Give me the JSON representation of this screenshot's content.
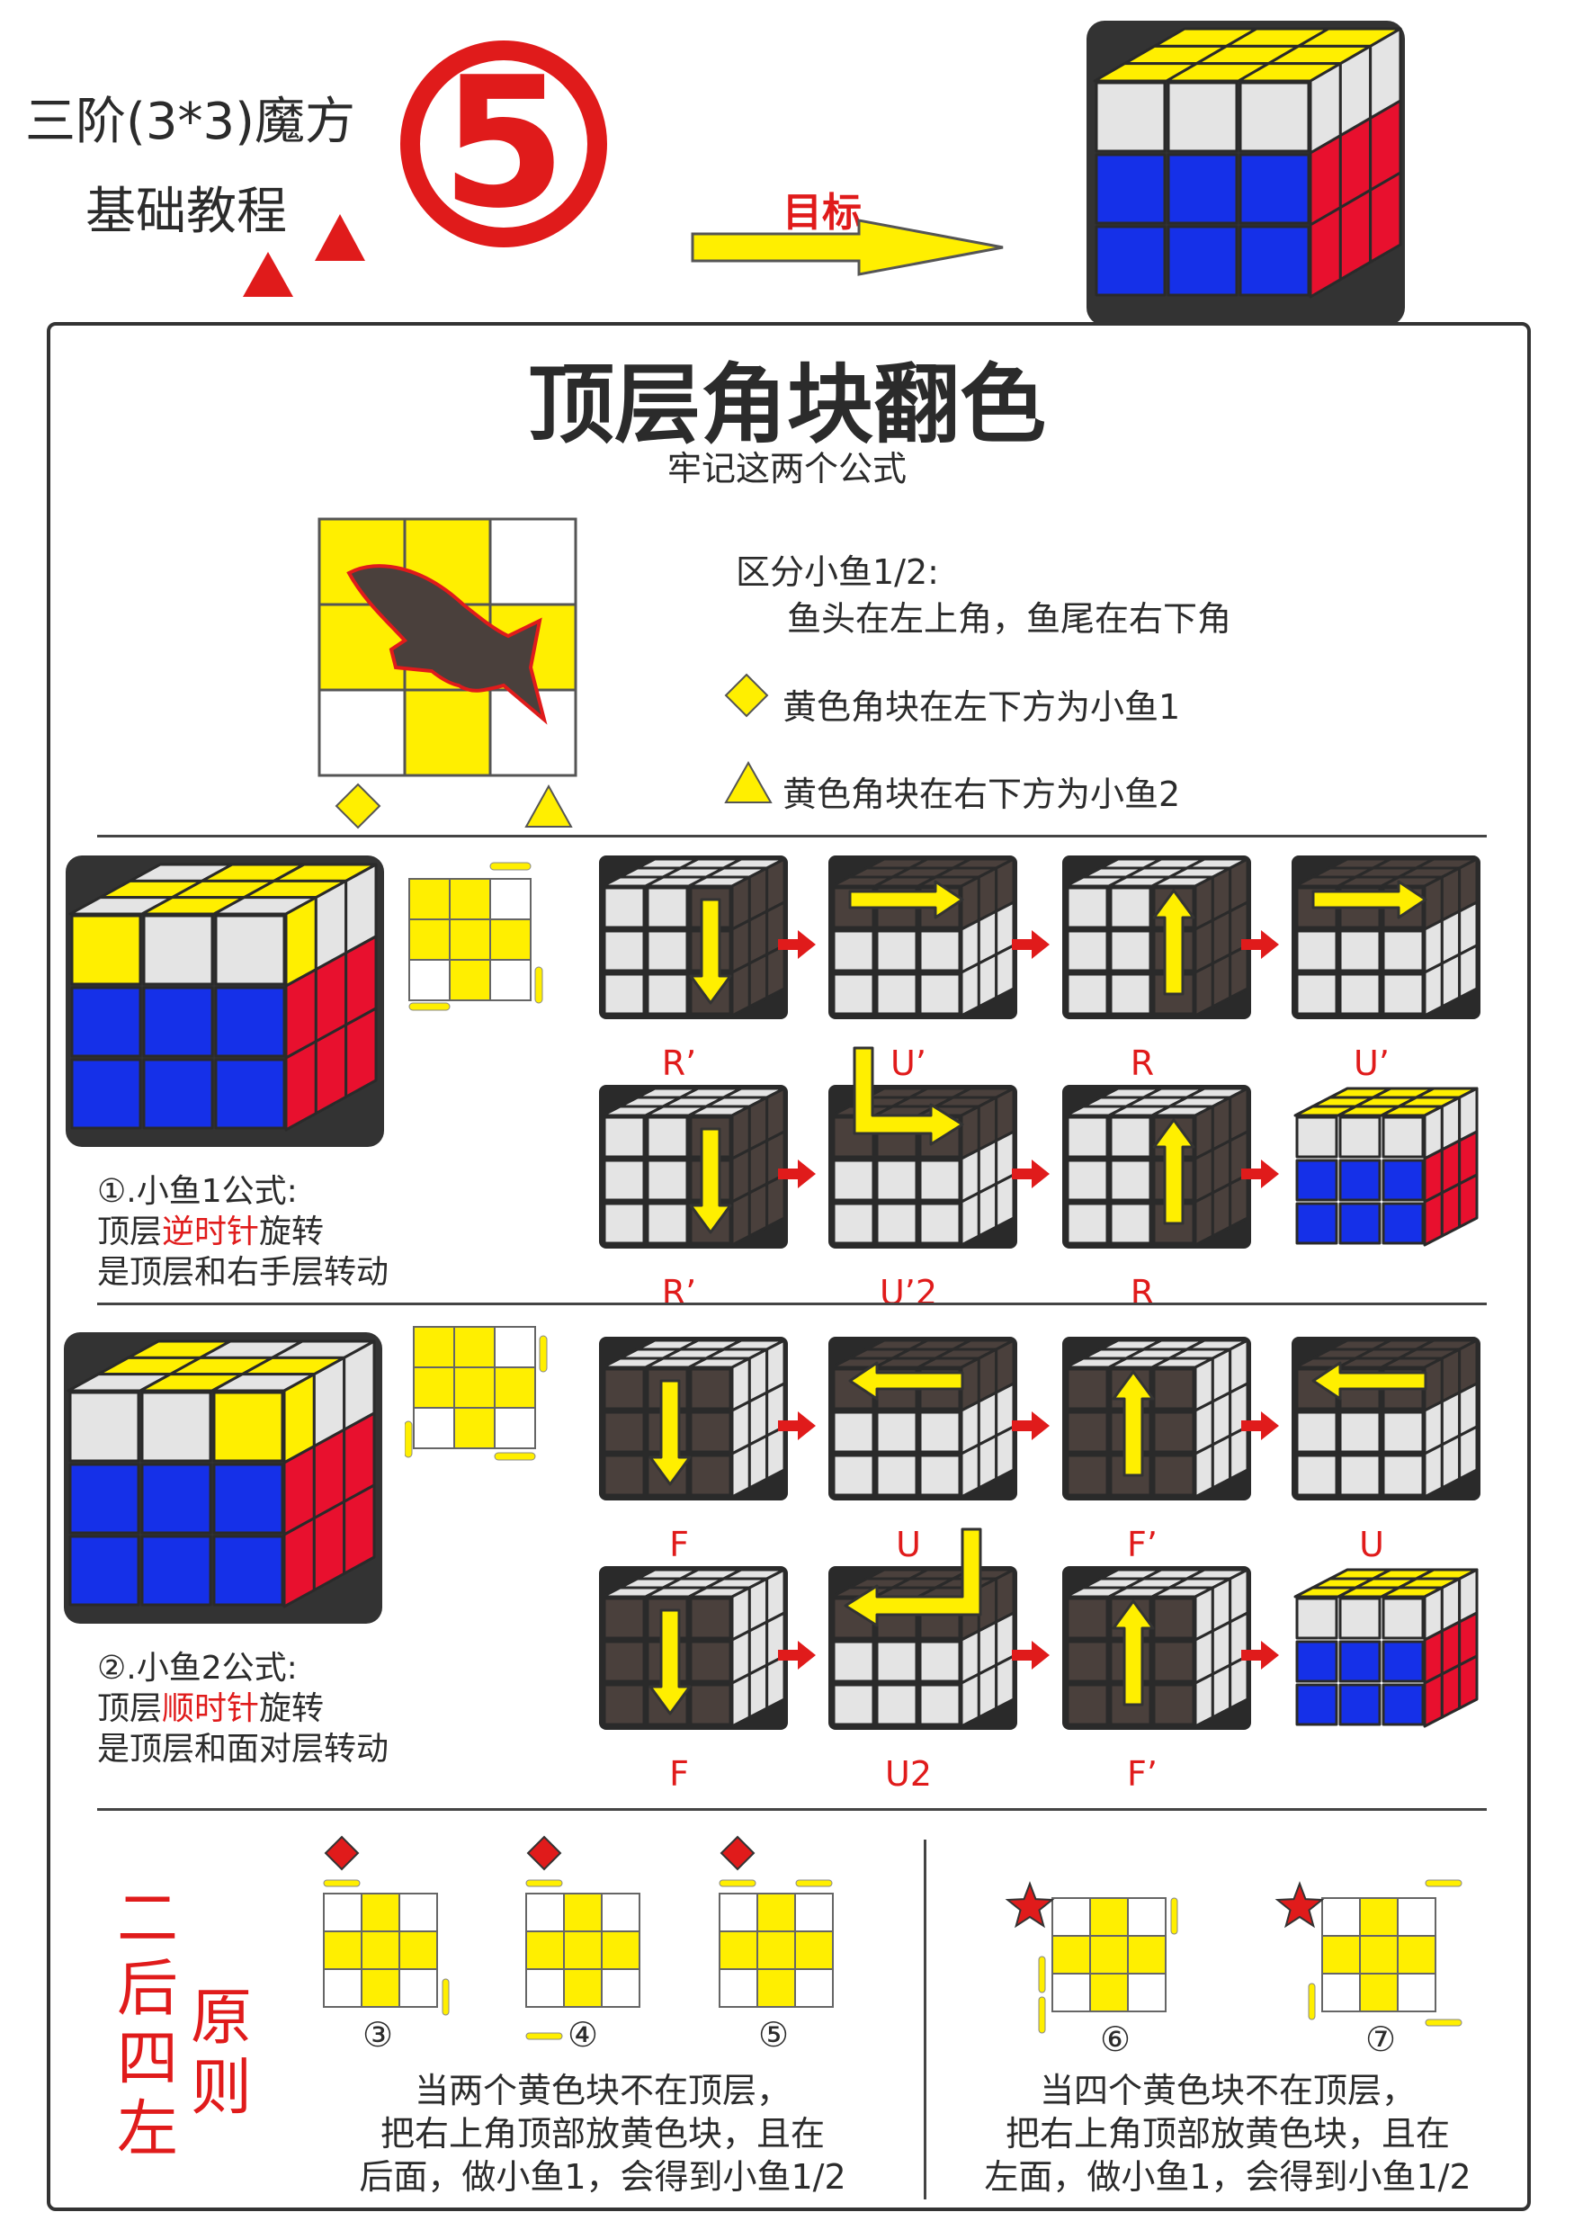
{
  "header": {
    "series_line1": "三阶(3*3)魔方",
    "series_line2": "基础教程",
    "lesson_number": "5",
    "goal_label": "目标"
  },
  "main": {
    "title": "顶层角块翻色",
    "subtitle": "牢记这两个公式"
  },
  "fish": {
    "heading": "区分小鱼1/2:",
    "rule": "鱼头在左上角，鱼尾在右下角",
    "diamond_note": "黄色角块在左下方为小鱼1",
    "triangle_note": "黄色角块在右下方为小鱼2"
  },
  "formula1": {
    "title": "①.小鱼1公式:",
    "line2_prefix": "顶层",
    "line2_highlight": "逆时针",
    "line2_suffix": "旋转",
    "line3": "是顶层和右手层转动",
    "moves": [
      "R’",
      "U’",
      "R",
      "U’",
      "R’",
      "U’2",
      "R"
    ]
  },
  "formula2": {
    "title": "②.小鱼2公式:",
    "line2_prefix": "顶层",
    "line2_highlight": "顺时针",
    "line2_suffix": "旋转",
    "line3": "是顶层和面对层转动",
    "moves": [
      "F",
      "U",
      "F’",
      "U",
      "F",
      "U2",
      "F’"
    ]
  },
  "principle": {
    "vertical_text": "二后四左",
    "side_text": "原则",
    "case_numbers": [
      "③",
      "④",
      "⑤",
      "⑥",
      "⑦"
    ],
    "left_note": [
      "当两个黄色块不在顶层，",
      "把右上角顶部放黄色块，且在",
      "后面，做小鱼1，会得到小鱼1/2"
    ],
    "right_note": [
      "当四个黄色块不在顶层，",
      "把右上角顶部放黄色块，且在",
      "左面，做小鱼1，会得到小鱼1/2"
    ]
  },
  "colors": {
    "yellow": "#ffef00",
    "blue": "#1530e8",
    "red": "#e8102e",
    "white_sticker": "#e4e4e4",
    "dark_face": "#4a403c",
    "accent_red": "#e01b1b"
  }
}
